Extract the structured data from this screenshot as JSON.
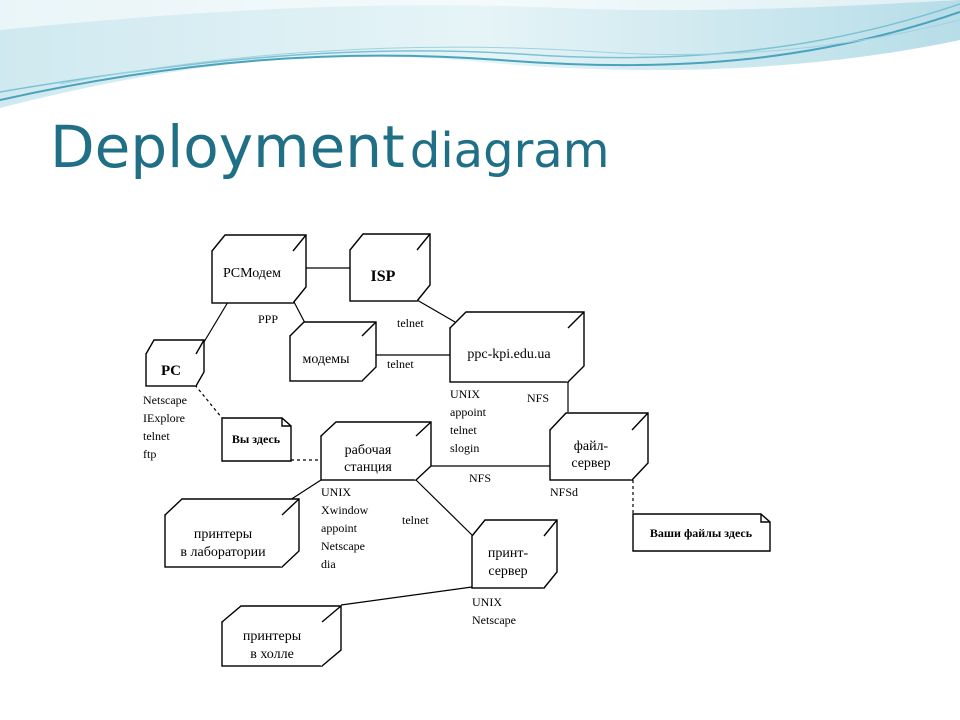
{
  "title": {
    "main": "Deployment",
    "secondary": "diagram"
  },
  "nodes": {
    "pc": {
      "label": "PC",
      "software": [
        "Netscape",
        "IExplore",
        "telnet",
        "ftp"
      ]
    },
    "pc_modem": {
      "label": "PCМодем"
    },
    "isp": {
      "label": "ISP"
    },
    "modems": {
      "label": "модемы"
    },
    "server": {
      "label": "ppc-kpi.edu.ua",
      "software": [
        "UNIX",
        "appoint",
        "telnet",
        "slogin"
      ]
    },
    "workstation": {
      "label_lines": [
        "рабочая",
        "станция"
      ],
      "software": [
        "UNIX",
        "Xwindow",
        "appoint",
        "Netscape",
        "dia"
      ]
    },
    "file_server": {
      "label_lines": [
        "файл-",
        "сервер"
      ]
    },
    "lab_printers": {
      "label_lines": [
        "принтеры",
        "в лаборатории"
      ]
    },
    "print_server": {
      "label_lines": [
        "принт-",
        "сервер"
      ],
      "software": [
        "UNIX",
        "Netscape"
      ]
    },
    "hall_printers": {
      "label_lines": [
        "принтеры",
        "в холле"
      ]
    }
  },
  "notes": {
    "here": "Вы здесь",
    "files": "Ваши файлы здесь"
  },
  "links": {
    "ppp": "PPP",
    "telnet_isp": "telnet",
    "telnet_modems": "telnet",
    "nfs_server": "NFS",
    "nfs_workstation": "NFS",
    "nfsd": "NFSd",
    "telnet_print": "telnet"
  },
  "colors": {
    "title": "#1f6f86",
    "wave_light": "#b9dfe8",
    "wave_dark": "#4aa3bd"
  }
}
